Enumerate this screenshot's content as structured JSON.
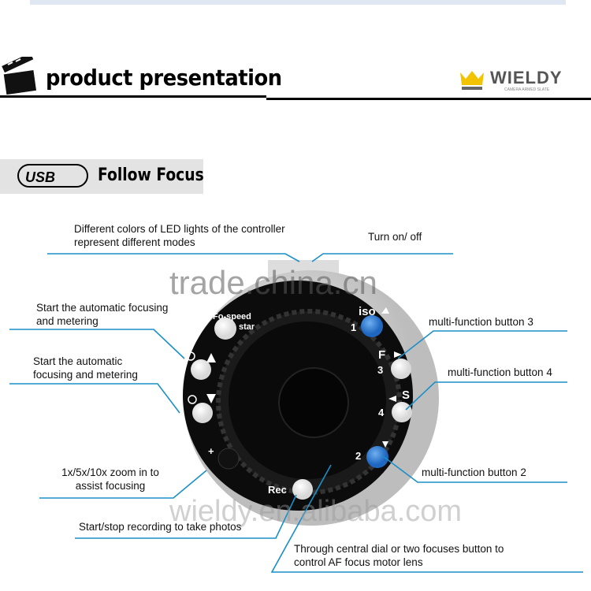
{
  "header": {
    "title": "product presentation",
    "brand": "WIELDY",
    "brand_tagline": "CAMERA ARMED SLATE"
  },
  "section": {
    "badge": "USB",
    "title": "Follow Focus"
  },
  "device_labels": {
    "fo_speed": "Fo-speed",
    "star": "star",
    "iso": "iso",
    "btn1": "1",
    "btn2": "2",
    "btn3": "3",
    "btn4": "4",
    "f": "F",
    "s": "S",
    "rec": "Rec",
    "plus": "+"
  },
  "callouts": {
    "led": "Different colors of LED lights of the controller represent different modes",
    "power": "Turn on/ off",
    "auto1": "Start the automatic focusing and metering",
    "auto2": "Start the automatic focusing and metering",
    "zoom": "1x/5x/10x zoom in to assist focusing",
    "record": "Start/stop recording to take photos",
    "dial": "Through central dial or two focuses button to control AF focus motor lens",
    "mf3": "multi-function button 3",
    "mf4": "multi-function button 4",
    "mf2": "multi-function button 2"
  },
  "watermarks": {
    "top": "trade.china.cn",
    "bottom": "wieldy.en.alibaba.com"
  },
  "colors": {
    "leader": "#1a8fc8",
    "blue_led": "#2d7fd6"
  }
}
